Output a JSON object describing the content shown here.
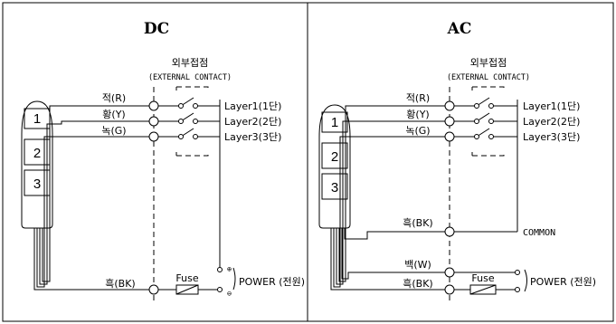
{
  "panels": {
    "dc": {
      "title": "DC",
      "contact_title": "외부접점",
      "contact_sub": "(EXTERNAL CONTACT)",
      "wires": [
        "적(R)",
        "황(Y)",
        "녹(G)"
      ],
      "layers": [
        "Layer1(1단)",
        "Layer2(2단)",
        "Layer3(3단)"
      ],
      "tiers": [
        "1",
        "2",
        "3"
      ],
      "black_wire": "흑(BK)",
      "fuse": "Fuse",
      "power": "POWER (전원)",
      "plus": "⊕",
      "minus": "⊖"
    },
    "ac": {
      "title": "AC",
      "contact_title": "외부접점",
      "contact_sub": "(EXTERNAL CONTACT)",
      "wires": [
        "적(R)",
        "황(Y)",
        "녹(G)"
      ],
      "layers": [
        "Layer1(1단)",
        "Layer2(2단)",
        "Layer3(3단)"
      ],
      "tiers": [
        "1",
        "2",
        "3"
      ],
      "black_wire_common": "흑(BK)",
      "common": "COMMON",
      "white_wire": "백(W)",
      "black_wire": "흑(BK)",
      "fuse": "Fuse",
      "power": "POWER (전원)"
    }
  }
}
